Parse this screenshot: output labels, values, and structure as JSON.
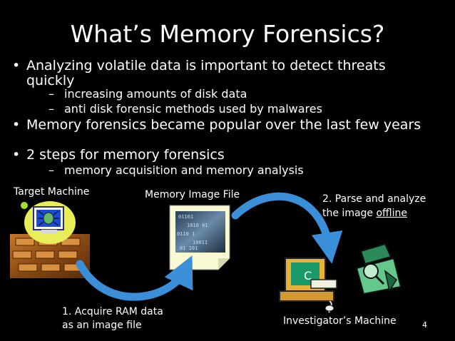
{
  "slide": {
    "title": "What’s Memory Forensics?",
    "bullets": [
      {
        "text": "Analyzing volatile data is important to detect threats quickly",
        "sub": [
          "increasing amounts of disk data",
          "anti disk forensic methods used by malwares"
        ]
      },
      {
        "text": "Memory forensics became popular over the last few years",
        "sub": []
      },
      {
        "text": "2 steps for memory forensics",
        "sub": [
          "memory acquisition and memory analysis"
        ]
      }
    ],
    "bullet_glyph": "•",
    "dash_glyph": "–",
    "labels": {
      "target_machine": "Target Machine",
      "memory_image_file": "Memory Image File",
      "step2_line1": "2. Parse and analyze",
      "step2_line2_prefix": "the image ",
      "step2_line2_underlined": "offline",
      "step1_line1": "1. Acquire RAM data",
      "step1_line2": "as an image file",
      "investigator_machine": "Investigator’s Machine"
    },
    "page_number": "4"
  },
  "colors": {
    "background": "#000000",
    "text": "#ffffff",
    "arrow_blue": "#3a8fd8",
    "monitor_yellow": "#e8ee58",
    "spider_green": "#66b86a"
  }
}
